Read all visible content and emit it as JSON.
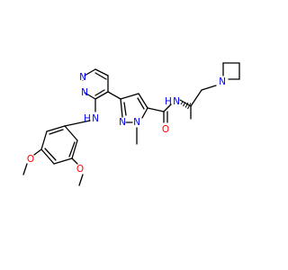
{
  "colors": {
    "background": "#ffffff",
    "bond": "#000000",
    "carbon": "#000000",
    "nitrogen": "#0000ff",
    "oxygen": "#ff0000"
  },
  "atoms": {
    "n_pyrim_top": "N",
    "n_pyrim_left": "N",
    "n_amine": "N",
    "h_amine": "H",
    "n_pyrazole_2": "N",
    "n_pyrazole_1": "N",
    "o_carbonyl": "O",
    "n_amide": "N",
    "h_amide": "H",
    "n_azetidine": "N",
    "o_methoxy_left": "O",
    "o_methoxy_right": "O"
  }
}
